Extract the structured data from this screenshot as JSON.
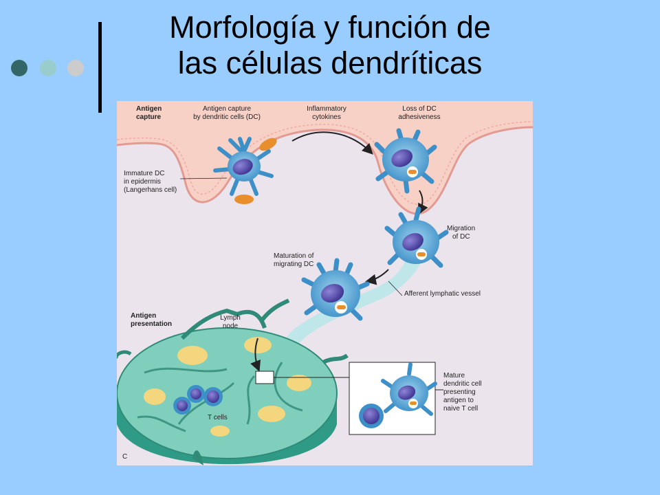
{
  "slide": {
    "title_line1": "Morfología y función de",
    "title_line2": "las células dendríticas",
    "background_color": "#99ccff",
    "dots": [
      "#336666",
      "#99cccc",
      "#cccccc"
    ]
  },
  "figure": {
    "panel_letter": "C",
    "labels": {
      "antigen_capture_1": "Antigen",
      "antigen_capture_2": "capture",
      "capture_by_dc_1": "Antigen capture",
      "capture_by_dc_2": "by dendritic cells (DC)",
      "inflammatory_1": "Inflammatory",
      "inflammatory_2": "cytokines",
      "loss_adhesion_1": "Loss of DC",
      "loss_adhesion_2": "adhesiveness",
      "immature_dc_1": "Immature DC",
      "immature_dc_2": "in epidermis",
      "immature_dc_3": "(Langerhans cell)",
      "migration_1": "Migration",
      "migration_2": "of DC",
      "maturation_1": "Maturation of",
      "maturation_2": "migrating DC",
      "afferent": "Afferent lymphatic vessel",
      "antigen_presentation_1": "Antigen",
      "antigen_presentation_2": "presentation",
      "lymph_1": "Lymph",
      "lymph_2": "node",
      "t_cells": "T cells",
      "mature_1": "Mature",
      "mature_2": "dendritic cell",
      "mature_3": "presenting",
      "mature_4": "antigen to",
      "mature_5": "naive T cell"
    }
  }
}
